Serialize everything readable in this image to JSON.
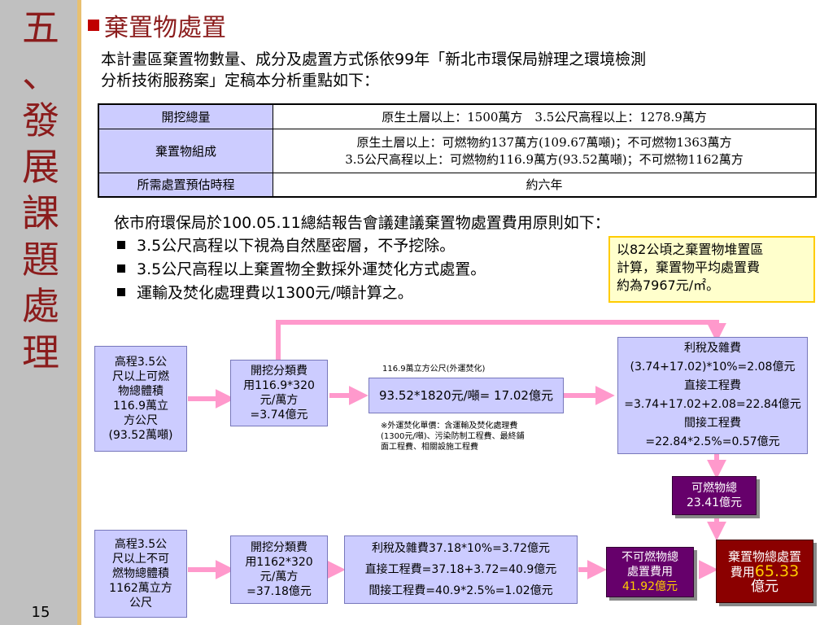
{
  "side_title": [
    "五",
    "、",
    "發",
    "展",
    "課",
    "題",
    "處",
    "理"
  ],
  "page_number": "15",
  "title": "棄置物處置",
  "intro": [
    "本計畫區棄置物數量、成分及處置方式係依99年「新北市環保局辦理之環境檢測",
    "分析技術服務案」定稿本分析重點如下："
  ],
  "table": [
    {
      "header": "開挖總量",
      "lines": [
        "原生土層以上：1500萬方　3.5公尺高程以上：1278.9萬方"
      ]
    },
    {
      "header": "棄置物組成",
      "lines": [
        "原生土層以上：可燃物約137萬方(109.67萬噸)；不可燃物1363萬方",
        "3.5公尺高程以上：可燃物約116.9萬方(93.52萬噸)；不可燃物1162萬方"
      ]
    },
    {
      "header": "所需處置預估時程",
      "lines": [
        "約六年"
      ]
    }
  ],
  "rules_intro": "依市府環保局於100.05.11總結報告會議建議棄置物處置費用原則如下：",
  "bullets": [
    "3.5公尺高程以下視為自然壓密層，不予挖除。",
    "3.5公尺高程以上棄置物全數採外運焚化方式處置。",
    "運輸及焚化處理費以1300元/噸計算之。"
  ],
  "note": [
    "以82公頃之棄置物堆置區",
    "計算，棄置物平均處置費",
    "約為7967元/㎡。"
  ],
  "flow": {
    "burn_source": [
      "高程3.5公",
      "尺以上可燃",
      "物總體積",
      "116.9萬立",
      "方公尺",
      "(93.52萬噸)"
    ],
    "burn_dig": [
      "開挖分類費",
      "用116.9*320",
      "元/萬方",
      "=3.74億元"
    ],
    "burn_label": "116.9萬立方公尺(外運焚化)",
    "burn_calc": "93.52*1820元/噸= 17.02億元",
    "burn_footnote": [
      "※外運焚化單價：含運輸及焚化處理費",
      "(1300元/噸)、污染防制工程費、最終鋪",
      "面工程費、相關設施工程費"
    ],
    "burn_costs": [
      "利稅及雜費",
      "(3.74+17.02)*10%=2.08億元",
      "直接工程費",
      "=3.74+17.02+2.08=22.84億元",
      "間接工程費",
      "=22.84*2.5%=0.57億元"
    ],
    "burn_total": [
      "可燃物總",
      "23.41億元"
    ],
    "nonburn_source": [
      "高程3.5公",
      "尺以上不可",
      "燃物總體積",
      "1162萬立方",
      "公尺"
    ],
    "nonburn_dig": [
      "開挖分類費",
      "用1162*320",
      "元/萬方",
      "=37.18億元"
    ],
    "nonburn_costs": [
      "利稅及雜費37.18*10%=3.72億元",
      "直接工程費=37.18+3.72=40.9億元",
      "間接工程費=40.9*2.5%=1.02億元"
    ],
    "nonburn_total": [
      "不可燃物總",
      "處置費用",
      "41.92億元"
    ],
    "grand_total": [
      "棄置物總處置",
      "費用",
      "65.33",
      "億元"
    ]
  },
  "colors": {
    "box_fill": "#ccccff",
    "arrow": "#ff99cc",
    "title": "#8b1c1c",
    "purple": "#66006b",
    "maroon": "#8b0000",
    "note_border": "#ffcc00"
  }
}
